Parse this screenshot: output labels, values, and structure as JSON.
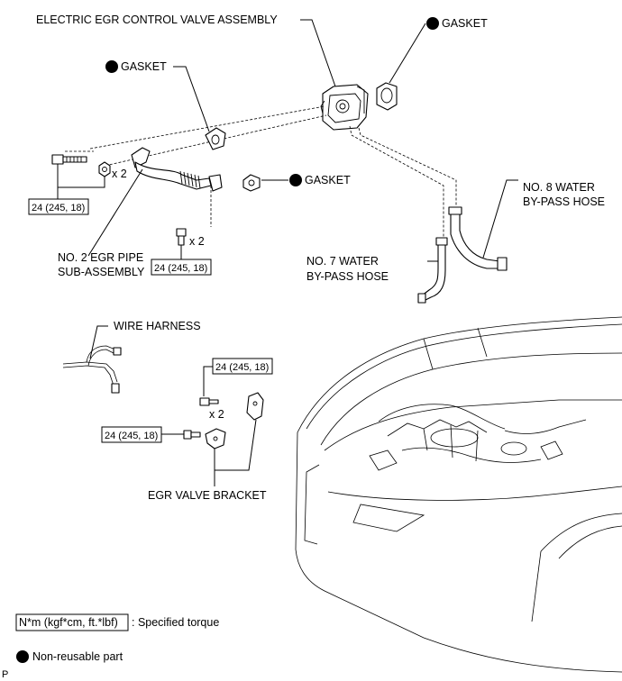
{
  "labels": {
    "egr_valve_assembly": "ELECTRIC EGR CONTROL VALVE ASSEMBLY",
    "gasket_top_right": "GASKET",
    "gasket_left": "GASKET",
    "gasket_middle": "GASKET",
    "egr_pipe_line1": "NO. 2 EGR PIPE",
    "egr_pipe_line2": "SUB-ASSEMBLY",
    "hose7_line1": "NO. 7 WATER",
    "hose7_line2": "BY-PASS HOSE",
    "hose8_line1": "NO. 8 WATER",
    "hose8_line2": "BY-PASS HOSE",
    "wire_harness": "WIRE HARNESS",
    "egr_bracket": "EGR VALVE BRACKET"
  },
  "torques": {
    "pipe_bolt": "24 (245, 18)",
    "pipe_lower_bolt": "24 (245, 18)",
    "bracket_upper_bolt": "24 (245, 18)",
    "bracket_left_bolt": "24 (245, 18)"
  },
  "quantities": {
    "pipe_nut": "x 2",
    "pipe_lower_bolt": "x 2",
    "bracket_bolt": "x 2"
  },
  "legend": {
    "torque_box": "N*m (kgf*cm, ft.*lbf)",
    "torque_desc": ": Specified torque",
    "nonreusable_desc": "Non-reusable part"
  },
  "corner_mark": "P",
  "colors": {
    "ink": "#000000",
    "paper": "#ffffff"
  }
}
